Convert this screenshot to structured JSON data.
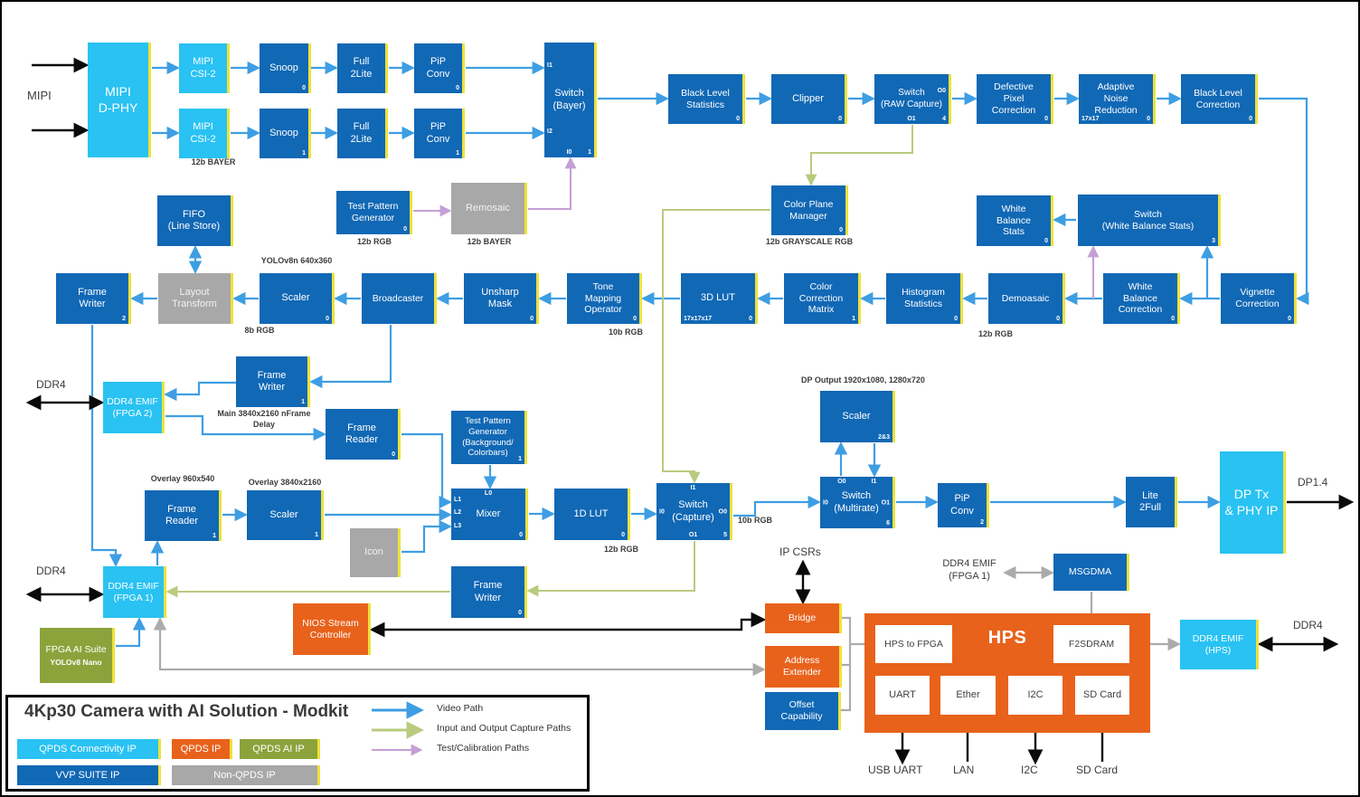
{
  "title": "4Kp30 Camera with AI Solution - Modkit",
  "colors": {
    "qpds_connectivity_ip": "#29C2F2",
    "vvp_suite_ip": "#1168B5",
    "qpds_ip": "#E8621C",
    "qpds_ai_ip": "#8CA33C",
    "non_qpds_ip": "#A8A8A8",
    "block_edge_accent": "#EDE23B",
    "video_path": "#3E9EE3",
    "capture_path": "#B9CB7E",
    "test_path": "#C49FD4",
    "gray_connector": "#ABABAB"
  },
  "blocks": [
    {
      "id": "mipi_dphy",
      "label": "MIPI\nD-PHY",
      "type": "connectivity",
      "fs": 14
    },
    {
      "id": "mipi_csi2_0",
      "label": "MIPI\nCSI-2",
      "type": "connectivity"
    },
    {
      "id": "mipi_csi2_1",
      "label": "MIPI\nCSI-2",
      "type": "connectivity"
    },
    {
      "id": "snoop_0",
      "label": "Snoop",
      "type": "vvp",
      "ports": [
        {
          "t": "0",
          "p": "br"
        }
      ]
    },
    {
      "id": "snoop_1",
      "label": "Snoop",
      "type": "vvp",
      "ports": [
        {
          "t": "1",
          "p": "br"
        }
      ]
    },
    {
      "id": "full2lite_0",
      "label": "Full\n2Lite",
      "type": "vvp"
    },
    {
      "id": "full2lite_1",
      "label": "Full\n2Lite",
      "type": "vvp"
    },
    {
      "id": "pip_conv_0",
      "label": "PiP\nConv",
      "type": "vvp",
      "ports": [
        {
          "t": "0",
          "p": "br"
        }
      ]
    },
    {
      "id": "pip_conv_1",
      "label": "PiP\nConv",
      "type": "vvp",
      "ports": [
        {
          "t": "1",
          "p": "br"
        }
      ]
    },
    {
      "id": "switch_bayer",
      "label": "Switch\n(Bayer)",
      "type": "vvp",
      "ports": [
        {
          "t": "I1",
          "p": "lt"
        },
        {
          "t": "I2",
          "p": "lb"
        },
        {
          "t": "I0",
          "p": "bc"
        },
        {
          "t": "1",
          "p": "br"
        }
      ]
    },
    {
      "id": "black_level_stats",
      "label": "Black Level\nStatistics",
      "type": "vvp",
      "fs": 10.5,
      "ports": [
        {
          "t": "0",
          "p": "br"
        }
      ]
    },
    {
      "id": "clipper",
      "label": "Clipper",
      "type": "vvp",
      "ports": [
        {
          "t": "0",
          "p": "br"
        }
      ]
    },
    {
      "id": "switch_raw",
      "label": "Switch\n(RAW Capture)",
      "type": "vvp",
      "fs": 10,
      "ports": [
        {
          "t": "O0",
          "p": "rt"
        },
        {
          "t": "O1",
          "p": "bc"
        },
        {
          "t": "4",
          "p": "br"
        }
      ]
    },
    {
      "id": "defective_pixel",
      "label": "Defective\nPixel\nCorrection",
      "type": "vvp",
      "fs": 10.5,
      "ports": [
        {
          "t": "0",
          "p": "br"
        }
      ]
    },
    {
      "id": "adaptive_noise",
      "label": "Adaptive\nNoise\nReduction",
      "type": "vvp",
      "fs": 10.5,
      "ports": [
        {
          "t": "17x17",
          "p": "bl"
        },
        {
          "t": "0",
          "p": "br"
        }
      ]
    },
    {
      "id": "black_level_corr",
      "label": "Black Level\nCorrection",
      "type": "vvp",
      "fs": 10.5,
      "ports": [
        {
          "t": "0",
          "p": "br"
        }
      ]
    },
    {
      "id": "fifo",
      "label": "FIFO\n(Line Store)",
      "type": "vvp"
    },
    {
      "id": "tpg",
      "label": "Test Pattern\nGenerator",
      "type": "vvp",
      "fs": 10.5,
      "ports": [
        {
          "t": "0",
          "p": "br"
        }
      ]
    },
    {
      "id": "remosaic",
      "label": "Remosaic",
      "type": "non"
    },
    {
      "id": "color_plane",
      "label": "Color Plane\nManager",
      "type": "vvp",
      "fs": 10.5,
      "ports": [
        {
          "t": "0",
          "p": "br"
        }
      ]
    },
    {
      "id": "wb_stats",
      "label": "White\nBalance\nStats",
      "type": "vvp",
      "fs": 10.5,
      "ports": [
        {
          "t": "0",
          "p": "br"
        }
      ]
    },
    {
      "id": "switch_wbs",
      "label": "Switch\n(White Balance Stats)",
      "type": "vvp",
      "fs": 10.5,
      "ports": [
        {
          "t": "3",
          "p": "br"
        }
      ]
    },
    {
      "id": "frame_writer_2",
      "label": "Frame\nWriter",
      "type": "vvp",
      "ports": [
        {
          "t": "2",
          "p": "br"
        }
      ]
    },
    {
      "id": "layout_transform",
      "label": "Layout\nTransform",
      "type": "non"
    },
    {
      "id": "scaler_yolo",
      "label": "Scaler",
      "type": "vvp",
      "ports": [
        {
          "t": "0",
          "p": "br"
        }
      ]
    },
    {
      "id": "broadcaster",
      "label": "Broadcaster",
      "type": "vvp",
      "fs": 10.5
    },
    {
      "id": "unsharp",
      "label": "Unsharp\nMask",
      "type": "vvp",
      "ports": [
        {
          "t": "0",
          "p": "br"
        }
      ]
    },
    {
      "id": "tmo",
      "label": "Tone\nMapping\nOperator",
      "type": "vvp",
      "fs": 10.5,
      "ports": [
        {
          "t": "0",
          "p": "br"
        }
      ]
    },
    {
      "id": "lut3d",
      "label": "3D LUT",
      "type": "vvp",
      "ports": [
        {
          "t": "17x17x17",
          "p": "bl"
        },
        {
          "t": "0",
          "p": "br"
        }
      ]
    },
    {
      "id": "ccm",
      "label": "Color\nCorrection\nMatrix",
      "type": "vvp",
      "fs": 10.5,
      "ports": [
        {
          "t": "1",
          "p": "br"
        }
      ]
    },
    {
      "id": "histogram",
      "label": "Histogram\nStatistics",
      "type": "vvp",
      "fs": 10.5,
      "ports": [
        {
          "t": "0",
          "p": "br"
        }
      ]
    },
    {
      "id": "demosaic",
      "label": "Demoasaic",
      "type": "vvp",
      "fs": 10.5,
      "ports": [
        {
          "t": "0",
          "p": "br"
        }
      ]
    },
    {
      "id": "wb_corr",
      "label": "White\nBalance\nCorrection",
      "type": "vvp",
      "fs": 10.5,
      "ports": [
        {
          "t": "0",
          "p": "br"
        }
      ]
    },
    {
      "id": "vignette",
      "label": "Vignette\nCorrection",
      "type": "vvp",
      "fs": 10.5,
      "ports": [
        {
          "t": "0",
          "p": "br"
        }
      ]
    },
    {
      "id": "ddr4_emif_fpga2",
      "label": "DDR4 EMIF\n(FPGA 2)",
      "type": "connectivity",
      "fs": 10.5
    },
    {
      "id": "frame_writer_1",
      "label": "Frame\nWriter",
      "type": "vvp",
      "ports": [
        {
          "t": "1",
          "p": "br"
        }
      ]
    },
    {
      "id": "frame_reader_main",
      "label": "Frame\nReader",
      "type": "vvp",
      "ports": [
        {
          "t": "0",
          "p": "br"
        }
      ]
    },
    {
      "id": "tpg_bg",
      "label": "Test Pattern\nGenerator\n(Background/\nColorbars)",
      "type": "vvp",
      "fs": 9.5,
      "ports": [
        {
          "t": "1",
          "p": "br"
        }
      ]
    },
    {
      "id": "frame_reader_ovl",
      "label": "Frame\nReader",
      "type": "vvp",
      "ports": [
        {
          "t": "1",
          "p": "br"
        }
      ]
    },
    {
      "id": "scaler_ovl",
      "label": "Scaler",
      "type": "vvp",
      "ports": [
        {
          "t": "1",
          "p": "br"
        }
      ]
    },
    {
      "id": "icon",
      "label": "Icon",
      "type": "non"
    },
    {
      "id": "mixer",
      "label": "Mixer",
      "type": "vvp",
      "ports": [
        {
          "t": "L0",
          "p": "tc"
        },
        {
          "t": "L1",
          "p": "l1"
        },
        {
          "t": "L2",
          "p": "l2"
        },
        {
          "t": "L3",
          "p": "l3"
        },
        {
          "t": "0",
          "p": "br"
        }
      ]
    },
    {
      "id": "lut1d",
      "label": "1D LUT",
      "type": "vvp",
      "ports": [
        {
          "t": "0",
          "p": "br"
        }
      ]
    },
    {
      "id": "switch_capture",
      "label": "Switch\n(Capture)",
      "type": "vvp",
      "ports": [
        {
          "t": "I1",
          "p": "tc"
        },
        {
          "t": "I0",
          "p": "lm"
        },
        {
          "t": "O0",
          "p": "rc"
        },
        {
          "t": "O1",
          "p": "bc"
        },
        {
          "t": "5",
          "p": "br"
        }
      ]
    },
    {
      "id": "scaler_dp",
      "label": "Scaler",
      "type": "vvp",
      "ports": [
        {
          "t": "2&3",
          "p": "br"
        }
      ]
    },
    {
      "id": "switch_multirate",
      "label": "Switch\n(Multirate)",
      "type": "vvp",
      "ports": [
        {
          "t": "O0",
          "p": "tl"
        },
        {
          "t": "I1",
          "p": "tr"
        },
        {
          "t": "I0",
          "p": "lm"
        },
        {
          "t": "O1",
          "p": "rc"
        },
        {
          "t": "6",
          "p": "br"
        }
      ]
    },
    {
      "id": "pip_conv_2",
      "label": "PiP\nConv",
      "type": "vvp",
      "ports": [
        {
          "t": "2",
          "p": "br"
        }
      ]
    },
    {
      "id": "lite2full",
      "label": "Lite\n2Full",
      "type": "vvp"
    },
    {
      "id": "dptx",
      "label": "DP Tx\n& PHY IP",
      "type": "connectivity",
      "fs": 14
    },
    {
      "id": "frame_writer_0",
      "label": "Frame\nWriter",
      "type": "vvp",
      "ports": [
        {
          "t": "0",
          "p": "br"
        }
      ]
    },
    {
      "id": "ddr4_emif_fpga1",
      "label": "DDR4 EMIF\n(FPGA 1)",
      "type": "connectivity",
      "fs": 10.5
    },
    {
      "id": "fpga_ai",
      "label": "FPGA AI Suite",
      "type": "ai",
      "fs": 10.5,
      "sub": "YOLOv8 Nano"
    },
    {
      "id": "nios",
      "label": "NIOS Stream\nController",
      "type": "qpds",
      "fs": 10.5
    },
    {
      "id": "bridge",
      "label": "Bridge",
      "type": "qpds",
      "fs": 10.5
    },
    {
      "id": "addr_ext",
      "label": "Address\nExtender",
      "type": "qpds",
      "fs": 10.5
    },
    {
      "id": "offset_cap",
      "label": "Offset\nCapability",
      "type": "vvp",
      "fs": 10.5
    },
    {
      "id": "msgdma",
      "label": "MSGDMA",
      "type": "vvp",
      "fs": 10.5
    },
    {
      "id": "hps",
      "label": "HPS",
      "type": "hps",
      "fs": 20
    },
    {
      "id": "hps_to_fpga",
      "label": "HPS to FPGA",
      "type": "white",
      "fs": 10.5
    },
    {
      "id": "f2sdram",
      "label": "F2SDRAM",
      "type": "white",
      "fs": 10.5
    },
    {
      "id": "hps_uart",
      "label": "UART",
      "type": "white"
    },
    {
      "id": "hps_ether",
      "label": "Ether",
      "type": "white"
    },
    {
      "id": "hps_i2c",
      "label": "I2C",
      "type": "white"
    },
    {
      "id": "hps_sdcard",
      "label": "SD Card",
      "type": "white"
    },
    {
      "id": "ddr4_emif_hps",
      "label": "DDR4 EMIF\n(HPS)",
      "type": "connectivity",
      "fs": 10.5
    }
  ],
  "annotations": [
    {
      "id": "mipi",
      "text": "MIPI"
    },
    {
      "id": "bayer12_1",
      "text": "12b BAYER"
    },
    {
      "id": "rgb12_tpg",
      "text": "12b RGB"
    },
    {
      "id": "bayer12_2",
      "text": "12b BAYER"
    },
    {
      "id": "gray12",
      "text": "12b GRAYSCALE RGB"
    },
    {
      "id": "yolov8n",
      "text": "YOLOv8n 640x360"
    },
    {
      "id": "rgb8",
      "text": "8b RGB"
    },
    {
      "id": "rgb10_tmo",
      "text": "10b RGB"
    },
    {
      "id": "rgb12_demo",
      "text": "12b RGB"
    },
    {
      "id": "ddr4_a",
      "text": "DDR4"
    },
    {
      "id": "main_delay",
      "text": "Main 3840x2160 nFrame\nDelay"
    },
    {
      "id": "dp_out",
      "text": "DP Output 1920x1080, 1280x720"
    },
    {
      "id": "ovl960",
      "text": "Overlay 960x540"
    },
    {
      "id": "ovl3840",
      "text": "Overlay 3840x2160"
    },
    {
      "id": "rgb12_1d",
      "text": "12b RGB"
    },
    {
      "id": "rgb10_cap",
      "text": "10b RGB"
    },
    {
      "id": "dp14",
      "text": "DP1.4"
    },
    {
      "id": "ddr4_b",
      "text": "DDR4"
    },
    {
      "id": "ip_csrs",
      "text": "IP CSRs"
    },
    {
      "id": "emif1_lbl",
      "text": "DDR4 EMIF\n(FPGA 1)"
    },
    {
      "id": "ddr4_c",
      "text": "DDR4"
    },
    {
      "id": "usb_uart",
      "text": "USB UART"
    },
    {
      "id": "lan",
      "text": "LAN"
    },
    {
      "id": "i2c_t",
      "text": "I2C"
    },
    {
      "id": "sdcard_t",
      "text": "SD Card"
    }
  ],
  "legend": {
    "title": "4Kp30 Camera with AI Solution - Modkit",
    "swatches": [
      {
        "label": "QPDS Connectivity IP",
        "type": "connectivity"
      },
      {
        "label": "QPDS IP",
        "type": "qpds"
      },
      {
        "label": "QPDS AI IP",
        "type": "ai"
      },
      {
        "label": "VVP SUITE IP",
        "type": "vvp"
      },
      {
        "label": "Non-QPDS IP",
        "type": "non"
      }
    ],
    "paths": [
      {
        "label": "Video Path",
        "color": "video_path"
      },
      {
        "label": "Input and Output Capture Paths",
        "color": "capture_path"
      },
      {
        "label": "Test/Calibration Paths",
        "color": "test_path"
      }
    ]
  }
}
